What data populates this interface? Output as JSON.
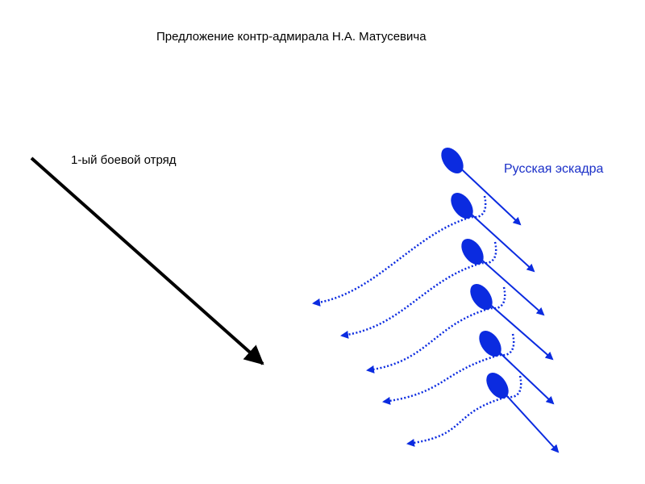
{
  "title": "Предложение контр-адмирала Н.А. Матусевича",
  "japanese_label": "1-ый боевой отряд",
  "russian_label": "Русская эскадра",
  "colors": {
    "russian": "#0b2be0",
    "japanese": "#000000",
    "label": "#1a2fc8"
  },
  "russian_ship_count": 6
}
